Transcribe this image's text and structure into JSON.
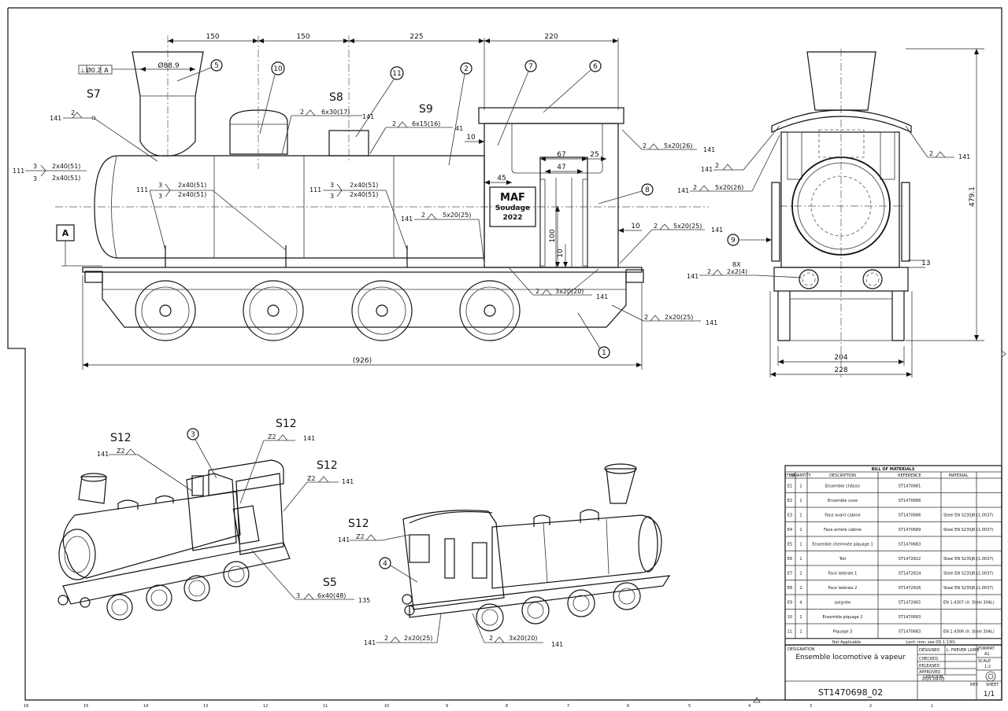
{
  "drawing": {
    "sheet_number": "ST1470698_02",
    "sheet_of": "1/1",
    "title": "Ensemble locomotive à vapeur",
    "format": "A1",
    "scale": "1:2",
    "date": "2021-09-03",
    "creator": "L. FREVER LOIRE"
  },
  "border": {
    "zone_numbers": [
      "16",
      "15",
      "14",
      "13",
      "12",
      "11",
      "10",
      "9",
      "8",
      "7",
      "6",
      "5",
      "4",
      "3",
      "2",
      "1"
    ]
  },
  "side_view": {
    "dimensions": {
      "d150a": "150",
      "d150b": "150",
      "d225": "225",
      "d220": "220",
      "d926": "(926)",
      "d45": "45",
      "d67": "67",
      "d47": "47",
      "d25": "25",
      "d10a": "10",
      "d10b": "10",
      "d100": "100",
      "d10c": "10"
    },
    "datum": "A",
    "gdt": {
      "symbol": "⊥",
      "tol": "Ø0.2",
      "ref": "A"
    },
    "diam": "Ø88.9",
    "plate": {
      "line1": "MAF",
      "line2": "Soudage",
      "line3": "2022"
    },
    "balloons": [
      "5",
      "10",
      "11",
      "2",
      "7",
      "6",
      "8",
      "1"
    ],
    "section_labels": {
      "s7": "S7",
      "s8": "S8",
      "s9": "S9"
    },
    "welds": {
      "w141_2_top": "141",
      "w2_top": "2",
      "w111_a": "111",
      "w3a": "3",
      "w3b": "3",
      "w2x40a": "2x40(51)",
      "w2x40b": "2x40(51)",
      "w111_b": "111",
      "w3c": "3",
      "w3d": "3",
      "w2x40c": "2x40(51)",
      "w2x40d": "2x40(51)",
      "w111_c": "111",
      "w3e": "3",
      "w3f": "3",
      "w2x40e": "2x40(51)",
      "w2x40f": "2x40(51)",
      "w2_6x30": "2",
      "w6x30": "6x30(17)",
      "w141_6x30": "141",
      "w2_6x15": "2",
      "w6x15": "6x15(16)",
      "w41": "41",
      "w141_5x20": "141",
      "w2_5x20": "2",
      "w5x20": "5x20(25)",
      "w2_5x20b": "2",
      "w5x20b": "5x20(26)",
      "w141_5x20b": "141",
      "w2_5x20c": "2",
      "w5x20c": "5x20(25)",
      "w141_5x20c": "141",
      "w2_3x20": "2",
      "w3x20": "3x20(20)",
      "w141_3x20": "141",
      "w2_2x20": "2",
      "w2x20": "2x20(25)",
      "w141_2x20": "141"
    }
  },
  "front_view": {
    "dimensions": {
      "d479": "479.1",
      "d13": "13",
      "d204": "204",
      "d228": "228"
    },
    "balloon": "9",
    "welds": {
      "w2a": "2",
      "w141a": "141",
      "w141b": "141",
      "w2b": "2",
      "w141c": "141",
      "w2c": "2",
      "w5x20": "5x20(26)",
      "w8x": "8X",
      "w141d": "141",
      "w2d": "2",
      "w2x2": "2x2(4)"
    }
  },
  "iso_left": {
    "labels": {
      "s12a": "S12",
      "s12b": "S12",
      "s12c": "S12",
      "s5": "S5"
    },
    "balloon": "3",
    "welds": {
      "w141a": "141",
      "wz2a": "Z2",
      "wz2b": "Z2",
      "w141b": "141",
      "wz2c": "Z2",
      "w141c": "141",
      "w3": "3",
      "w6x40": "6x40(48)",
      "w135": "135"
    }
  },
  "iso_right": {
    "labels": {
      "s12": "S12"
    },
    "balloon": "4",
    "welds": {
      "w141a": "141",
      "wz2": "Z2",
      "w141b": "141",
      "w2a": "2",
      "w2x20": "2x20(25)",
      "w2b": "2",
      "w3x20": "3x20(20)",
      "w141c": "141"
    }
  },
  "bom": {
    "title": "BILL OF MATERIALS",
    "headers": {
      "item": "ITEM",
      "qty": "QUANTITY",
      "desc": "DESCRIPTION",
      "ref": "REFERENCE",
      "mat": "MATERIAL"
    },
    "rows": [
      {
        "item": "E1",
        "qty": "1",
        "desc": "Ensemble châssis",
        "ref": "ST1470681",
        "mat": ""
      },
      {
        "item": "E2",
        "qty": "1",
        "desc": "Ensemble cuve",
        "ref": "ST1470686",
        "mat": ""
      },
      {
        "item": "E3",
        "qty": "1",
        "desc": "Face avant cabine",
        "ref": "ST1470686",
        "mat": "Steel EN S235JR (1.0037)"
      },
      {
        "item": "E4",
        "qty": "1",
        "desc": "Face arrière cabine",
        "ref": "ST1470689",
        "mat": "Steel EN S235JR (1.0037)"
      },
      {
        "item": "E5",
        "qty": "1",
        "desc": "Ensemble cheminée piquage 1",
        "ref": "ST1470683",
        "mat": ""
      },
      {
        "item": "E6",
        "qty": "1",
        "desc": "Toit",
        "ref": "ST1472822",
        "mat": "Steel EN S235JR (1.0037)"
      },
      {
        "item": "E7",
        "qty": "2",
        "desc": "Face latérale 1",
        "ref": "ST1472824",
        "mat": "Steel EN S235JR (1.0037)"
      },
      {
        "item": "E8",
        "qty": "2",
        "desc": "Face latérale 2",
        "ref": "ST1472826",
        "mat": "Steel EN S235JR (1.0037)"
      },
      {
        "item": "E9",
        "qty": "4",
        "desc": "poignée",
        "ref": "ST1472665",
        "mat": "EN 1.4307 (X. Steel 304L)"
      },
      {
        "item": "10",
        "qty": "1",
        "desc": "Ensemble piquage 2",
        "ref": "ST1470693",
        "mat": ""
      },
      {
        "item": "11",
        "qty": "1",
        "desc": "Piquage 3",
        "ref": "ST1470683",
        "mat": "EN 1.4306 (X. Steel 304L)"
      }
    ],
    "stock_label": "Not Applicable",
    "stock_note": "(unit: mm; see DS 1.130)"
  },
  "title_block": {
    "designation_label": "DESIGNATION",
    "designed_label": "DESIGNED",
    "checked_label": "CHECKED",
    "released_label": "RELEASED",
    "approved_label": "APPROVED",
    "format_label": "FORMAT",
    "scale_label": "SCALE",
    "sheet_label": "SHEET",
    "rev_label": "REV",
    "creation_label": "CREATION"
  }
}
